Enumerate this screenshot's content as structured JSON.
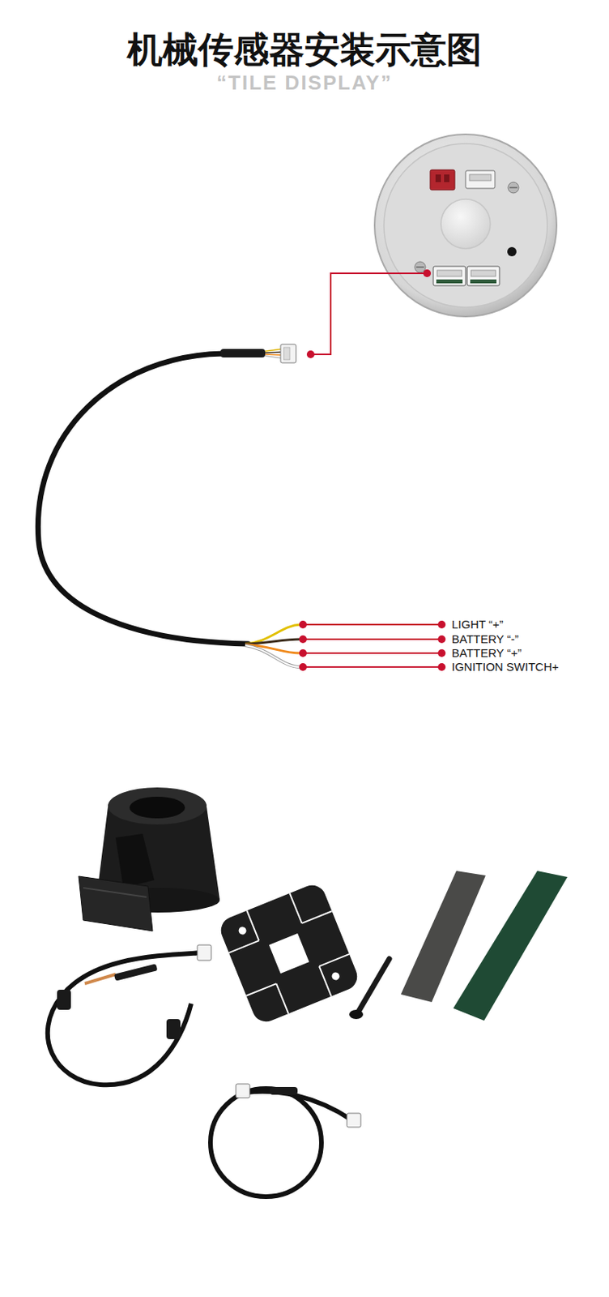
{
  "diagram": {
    "title": "机械传感器安装示意图",
    "labels": [
      "“TILE DISPLAY”",
      "LIGHT “+”",
      "BATTERY “-”",
      "BATTERY “+”",
      "IGNITION SWITCH+"
    ]
  }
}
